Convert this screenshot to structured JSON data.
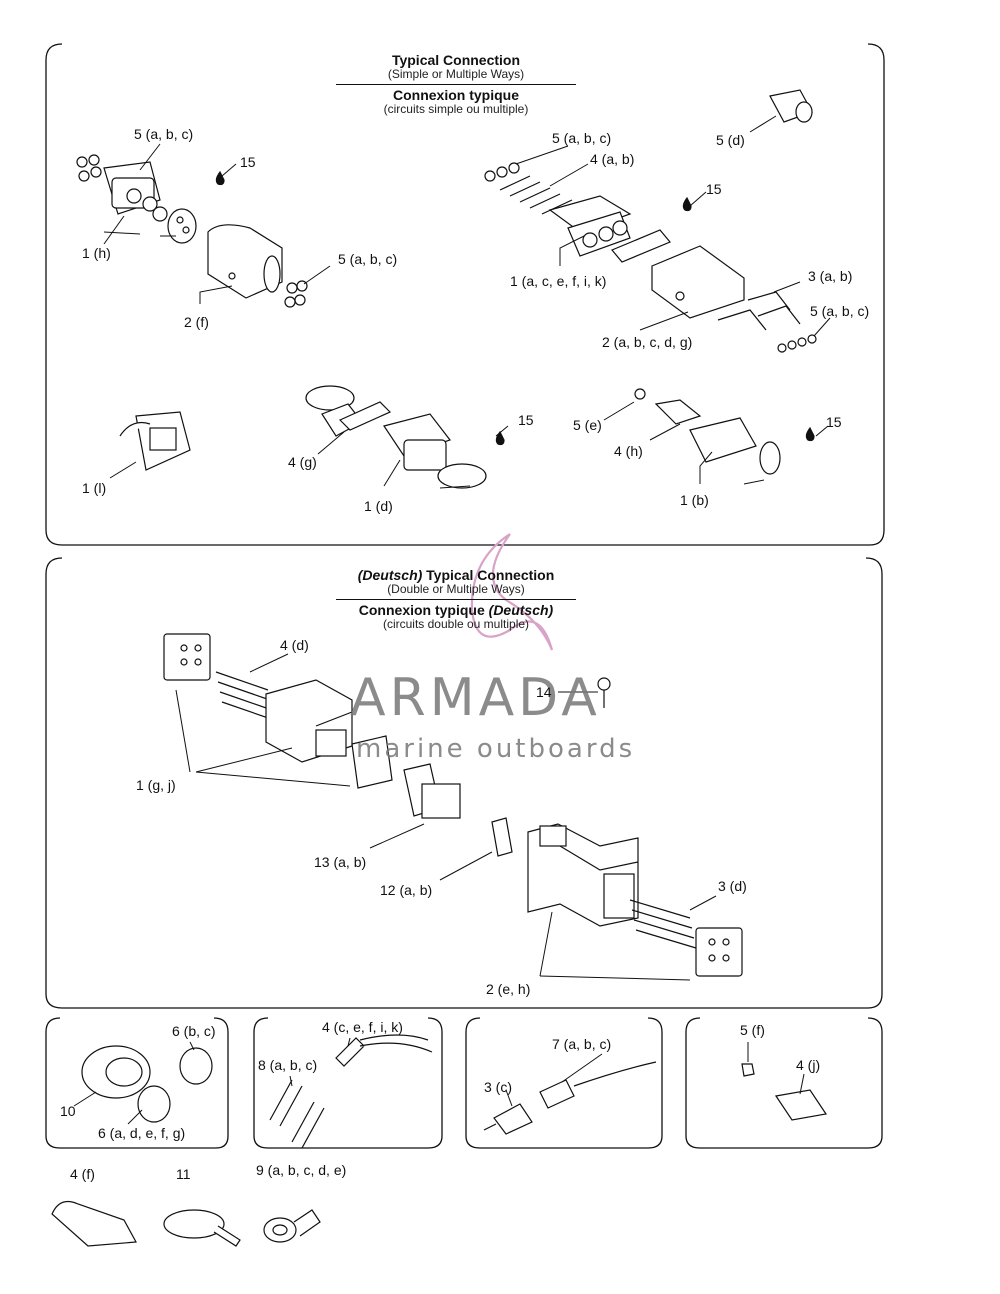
{
  "section1": {
    "title_en": "Typical Connection",
    "sub_en": "(Simple or Multiple Ways)",
    "title_fr": "Connexion typique",
    "sub_fr": "(circuits simple ou multiple)"
  },
  "section2": {
    "title_en_prefix": "(Deutsch)",
    "title_en": "Typical Connection",
    "sub_en": "(Double or Multiple Ways)",
    "title_fr": "Connexion typique",
    "title_fr_suffix": "(Deutsch)",
    "sub_fr": "(circuits double ou multiple)"
  },
  "labels": {
    "s1_5abc_top": "5 (a, b, c)",
    "s1_15_left": "15",
    "s1_1h": "1 (h)",
    "s1_5abc_mid": "5 (a, b, c)",
    "s1_2f": "2 (f)",
    "s1_5d": "5 (d)",
    "s1_5abc_right": "5 (a, b, c)",
    "s1_4ab": "4 (a, b)",
    "s1_15_right": "15",
    "s1_1acefik": "1 (a, c, e, f, i, k)",
    "s1_3ab": "3 (a, b)",
    "s1_5abc_far": "5 (a, b, c)",
    "s1_2abcdg": "2 (a, b, c, d, g)",
    "s1_1l": "1 (l)",
    "s1_4g": "4 (g)",
    "s1_15_bot": "15",
    "s1_1d": "1 (d)",
    "s1_5e": "5 (e)",
    "s1_4h": "4 (h)",
    "s1_15_botright": "15",
    "s1_1b": "1 (b)",
    "s2_4d": "4 (d)",
    "s2_14": "14",
    "s2_1gj": "1 (g, j)",
    "s2_13ab": "13 (a, b)",
    "s2_12ab": "12 (a, b)",
    "s2_3d": "3 (d)",
    "s2_2eh": "2 (e, h)",
    "b1_6bc": "6 (b, c)",
    "b1_10": "10",
    "b1_6adefg": "6 (a, d, e, f, g)",
    "b2_4cefik": "4 (c, e, f, i, k)",
    "b2_8abc": "8 (a, b, c)",
    "b3_7abc": "7 (a, b, c)",
    "b3_3c": "3 (c)",
    "b4_5f": "5 (f)",
    "b4_4j": "4 (j)",
    "f_4f": "4 (f)",
    "f_11": "11",
    "f_9abcde": "9 (a, b, c, d, e)"
  },
  "watermark": {
    "brand": "ARMADA",
    "tagline": "marine outboards",
    "color": "#d9a3c8"
  }
}
